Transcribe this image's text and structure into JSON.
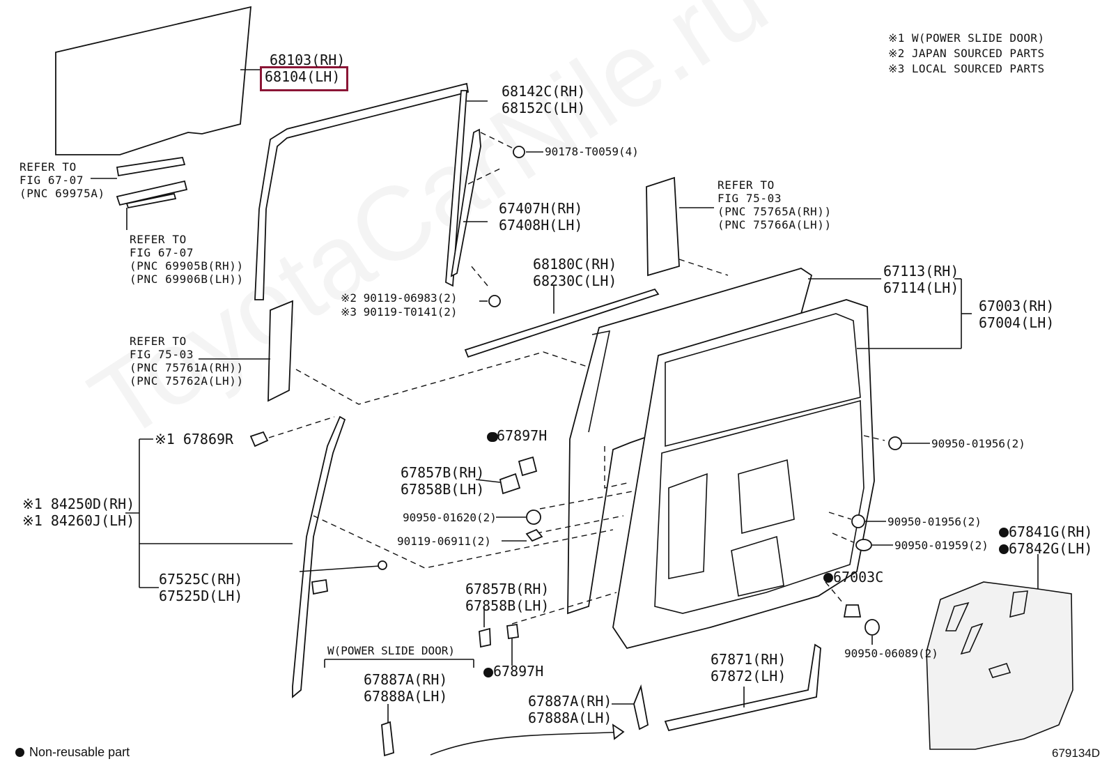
{
  "diagram_id": "679134D",
  "watermark": "ToyotaCarNile.ru",
  "legend": {
    "notes": [
      "※1 W(POWER SLIDE DOOR)",
      "※2 JAPAN SOURCED PARTS",
      "※3 LOCAL SOURCED PARTS"
    ],
    "non_reusable": "Non-reusable part"
  },
  "callouts": {
    "glass_rh": "68103(RH)",
    "glass_lh": "68104(LH)",
    "run_rh": "68142C(RH)",
    "run_lh": "68152C(LH)",
    "bolt_90178": "90178-T0059(4)",
    "frame_rh": "67407H(RH)",
    "frame_lh": "67408H(LH)",
    "screw_2": "※2 90119-06983(2)",
    "screw_3": "※3 90119-T0141(2)",
    "ref_6707_a": [
      "REFER TO",
      "FIG 67-07",
      "(PNC 69975A)"
    ],
    "ref_6707_b": [
      "REFER TO",
      "FIG 67-07",
      "(PNC 69905B(RH))",
      "(PNC 69906B(LH))"
    ],
    "ref_7503_a": [
      "REFER TO",
      "FIG 75-03",
      "(PNC 75761A(RH))",
      "(PNC 75762A(LH))"
    ],
    "ref_7503_b": [
      "REFER TO",
      "FIG 75-03",
      "(PNC 75765A(RH))",
      "(PNC 75766A(LH))"
    ],
    "strip_rh": "68180C(RH)",
    "strip_lh": "68230C(LH)",
    "wstrip_rh": "67113(RH)",
    "wstrip_lh": "67114(LH)",
    "door_rh": "67003(RH)",
    "door_lh": "67004(LH)",
    "protector_1": "※1 67869R",
    "switch_rh": "※1 84250D(RH)",
    "switch_lh": "※1 84260J(LH)",
    "cable_rh": "67525C(RH)",
    "cable_lh": "67525D(LH)",
    "plug_top": "67897H",
    "cover_a_rh": "67857B(RH)",
    "cover_a_lh": "67858B(LH)",
    "nut_01620": "90950-01620(2)",
    "bolt_06911": "90119-06911(2)",
    "plug_01956_a": "90950-01956(2)",
    "plug_01956_b": "90950-01956(2)",
    "plug_01959": "90950-01959(2)",
    "hole_cover_rh": "67841G(RH)",
    "hole_cover_lh": "67842G(LH)",
    "plug_67003c": "67003C",
    "plug_06089": "90950-06089(2)",
    "cover_b_rh": "67857B(RH)",
    "cover_b_lh": "67858B(LH)",
    "plug_bottom": "67897H",
    "power_slide": "W(POWER SLIDE DOOR)",
    "garnish_a_rh": "67887A(RH)",
    "garnish_a_lh": "67888A(LH)",
    "garnish_b_rh": "67887A(RH)",
    "garnish_b_lh": "67888A(LH)",
    "scuff_rh": "67871(RH)",
    "scuff_lh": "67872(LH)"
  }
}
